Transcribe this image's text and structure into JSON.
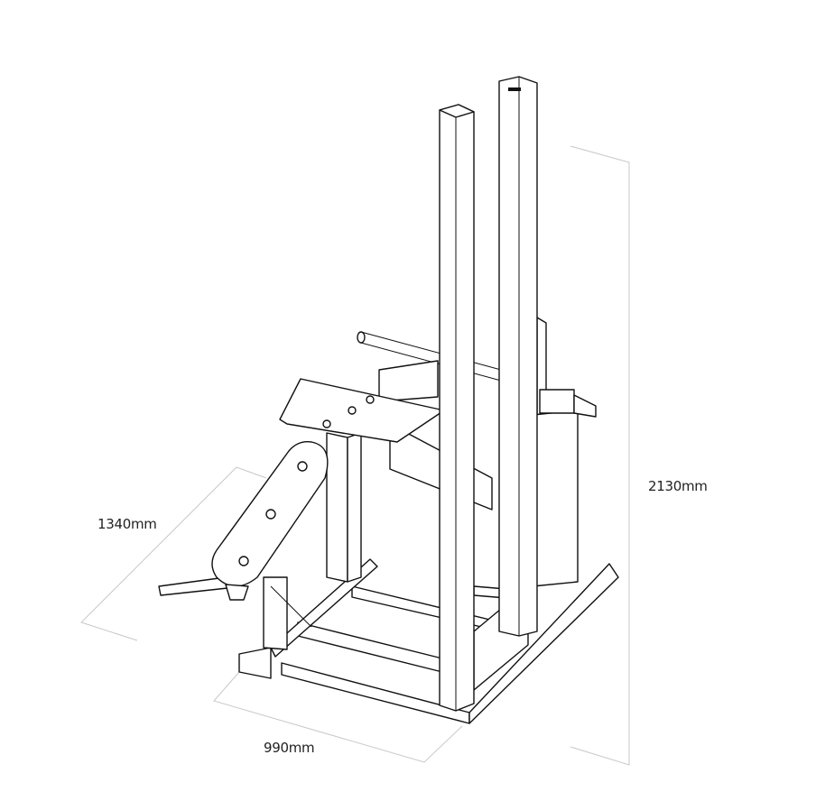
{
  "dimensions": {
    "height": "2130mm",
    "length": "1340mm",
    "width": "990mm"
  },
  "colors": {
    "line": "#111111",
    "dimension_line": "#c8c8c8",
    "background": "#ffffff"
  }
}
